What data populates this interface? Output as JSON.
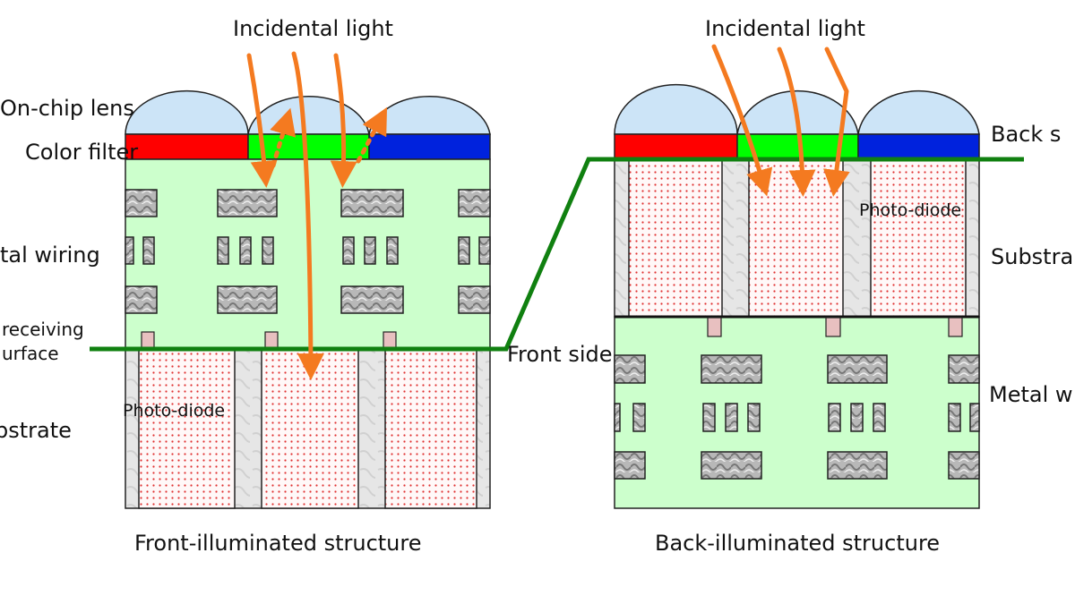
{
  "labels": {
    "incidental_light_left": "Incidental light",
    "incidental_light_right": "Incidental light",
    "on_chip_lens": "On-chip lens",
    "color_filter": "Color filter",
    "metal_wiring_left": "tal wiring",
    "receiving_surface_1": "receiving",
    "receiving_surface_2": "urface",
    "substrate_left": "bstrate",
    "photodiode_left": "Photo-diode",
    "photodiode_right": "Photo-diode",
    "front_side": "Front side",
    "back_side": "Back s",
    "substrate_right": "Substra",
    "metal_wiring_right": "Metal w",
    "caption_front": "Front-illuminated structure",
    "caption_back": "Back-illuminated structure"
  },
  "colors": {
    "lens": "#cce4f7",
    "filter_red": "#ff0000",
    "filter_green": "#00ff00",
    "filter_blue": "#0022dd",
    "insulator": "#ccffcc",
    "light_arrow": "#f47a20",
    "surface_line": "#108010",
    "photodiode_dots": "#e03030",
    "contact": "#e8c0c0"
  }
}
